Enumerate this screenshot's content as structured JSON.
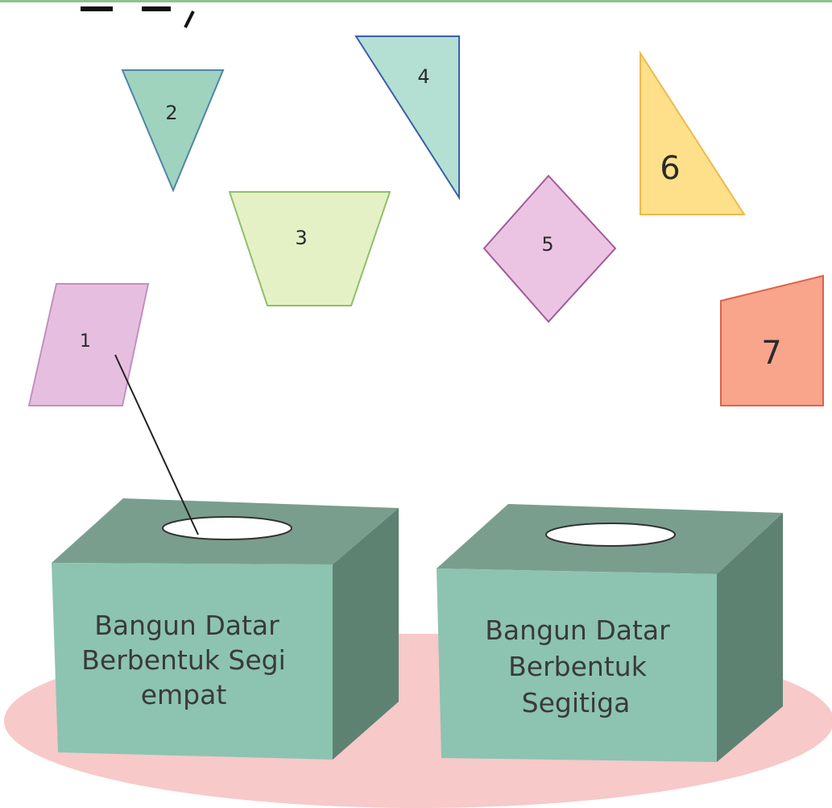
{
  "colors": {
    "top_border": "#8fc18f",
    "base_ellipse": "#f7c9c9",
    "box_top": "#7a9e8e",
    "box_front": "#8cc4b1",
    "box_side": "#5e8272",
    "pointer_line": "#222222"
  },
  "shapes": [
    {
      "id": "1",
      "label": "1",
      "kind": "parallelogram",
      "fill": "#e6bfe0",
      "stroke": "#c48fbd"
    },
    {
      "id": "2",
      "label": "2",
      "kind": "triangle",
      "fill": "#9fd3be",
      "stroke": "#4f86a8"
    },
    {
      "id": "3",
      "label": "3",
      "kind": "trapezoid",
      "fill": "#e4f1c4",
      "stroke": "#8fbf6a"
    },
    {
      "id": "4",
      "label": "4",
      "kind": "triangle",
      "fill": "#b3e0d3",
      "stroke": "#3a5fa8"
    },
    {
      "id": "5",
      "label": "5",
      "kind": "rhombus",
      "fill": "#ecc4e3",
      "stroke": "#a35a98"
    },
    {
      "id": "6",
      "label": "6",
      "kind": "triangle",
      "fill": "#ffe08a",
      "stroke": "#f0b84a"
    },
    {
      "id": "7",
      "label": "7",
      "kind": "quadrilateral",
      "fill": "#f8a58b",
      "stroke": "#e0604a"
    }
  ],
  "boxes": [
    {
      "id": "box-segi-empat",
      "lines": [
        "Bangun Datar",
        "Berbentuk Segi",
        "empat"
      ]
    },
    {
      "id": "box-segitiga",
      "lines": [
        "Bangun Datar",
        "Berbentuk",
        "Segitiga"
      ]
    }
  ]
}
